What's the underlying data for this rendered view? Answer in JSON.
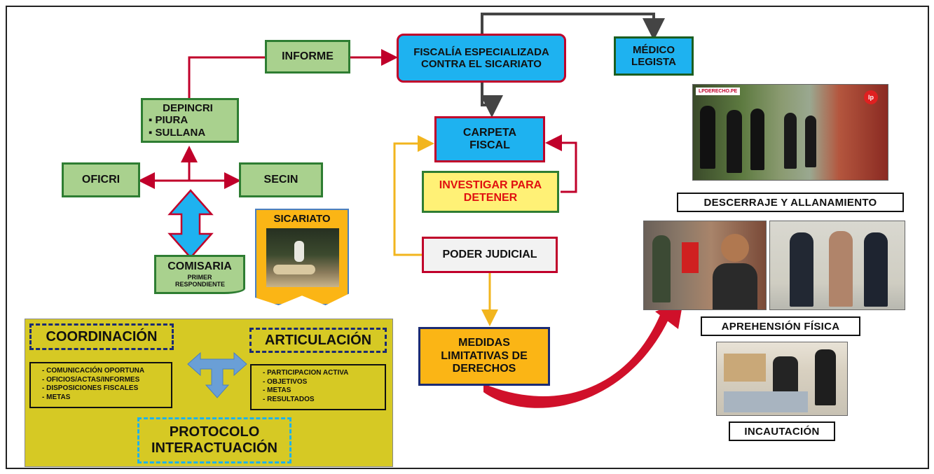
{
  "colors": {
    "red_arrow": "#c0002a",
    "dark_arrow": "#444444",
    "yellow_arrow": "#f2b51e",
    "green_box": "#a9d18e",
    "blue_box": "#1eb2f0",
    "protocol_panel": "#d6c924",
    "orange_box": "#fbb515"
  },
  "nodes": {
    "informe": "INFORME",
    "fiscalia": "FISCALÍA ESPECIALIZADA CONTRA EL SICARIATO",
    "medico": "MÉDICO LEGISTA",
    "depincri_title": "DEPINCRI",
    "depincri_items": [
      "PIURA",
      "SULLANA"
    ],
    "oficri": "OFICRI",
    "secin": "SECIN",
    "comisaria_title": "COMISARIA",
    "comisaria_sub": "PRIMER RESPONDIENTE",
    "sicariato": "SICARIATO",
    "carpeta": "CARPETA FISCAL",
    "investigar": "INVESTIGAR PARA DETENER",
    "poder": "PODER JUDICIAL",
    "medidas": "MEDIDAS LIMITATIVAS DE DERECHOS"
  },
  "protocol": {
    "coordinacion": "COORDINACIÓN",
    "articulacion": "ARTICULACIÓN",
    "coordinacion_items": [
      "COMUNICACIÓN OPORTUNA",
      "OFICIOS/ACTAS/INFORMES",
      "DISPOSICIONES FISCALES",
      "METAS"
    ],
    "articulacion_items": [
      "PARTICIPACION ACTIVA",
      "OBJETIVOS",
      "METAS",
      "RESULTADOS"
    ],
    "title": "PROTOCOLO INTERACTUACIÓN"
  },
  "results": {
    "descerraje": "DESCERRAJE Y ALLANAMIENTO",
    "aprehension": "APREHENSIÓN FÍSICA",
    "incautacion": "INCAUTACIÓN",
    "watermark": "LPDERECHO.PE",
    "logo": "lp"
  }
}
